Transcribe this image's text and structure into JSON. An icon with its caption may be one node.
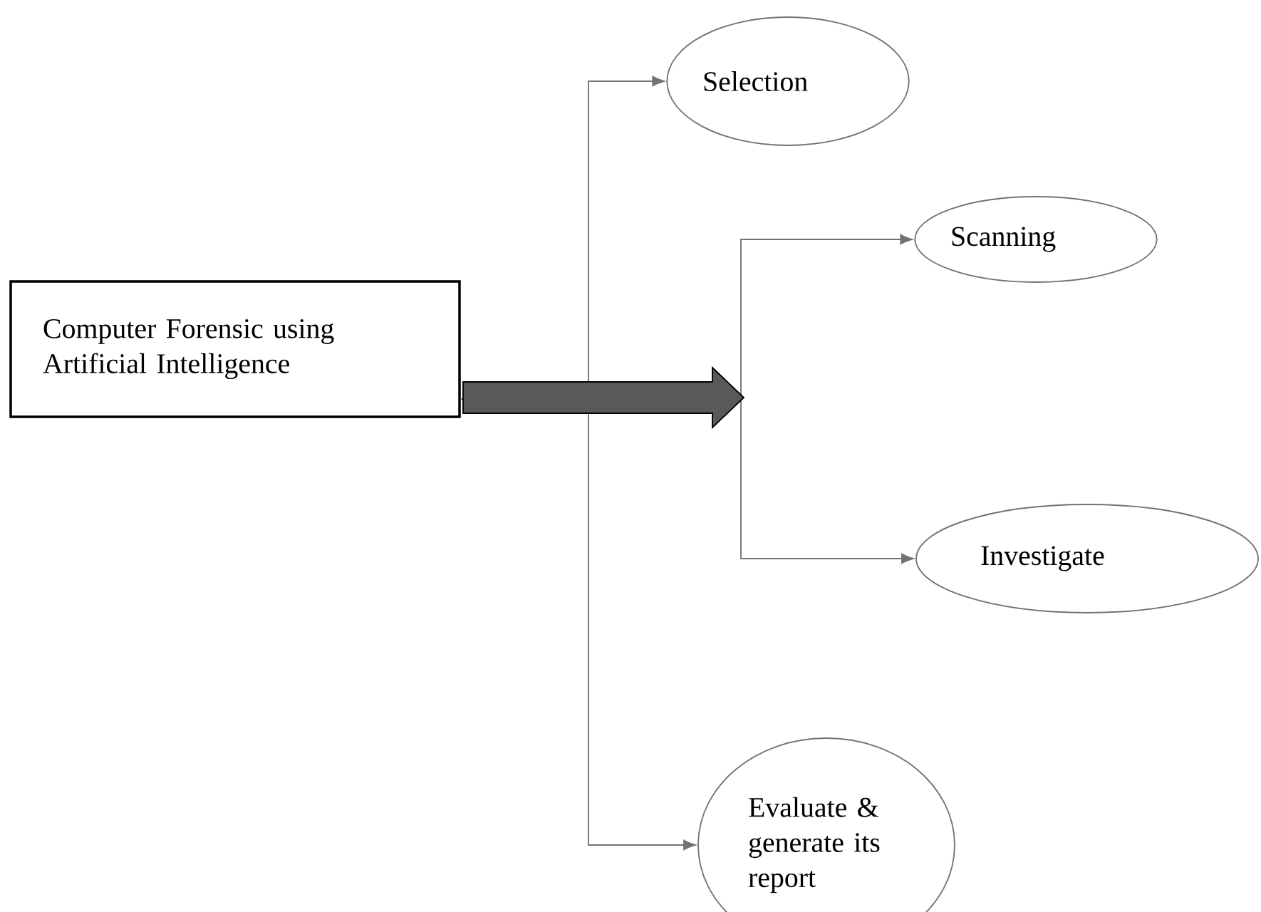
{
  "diagram": {
    "nodes": [
      {
        "text": [
          "Computer Forensic using Artificial Intelligence"
        ]
      },
      {
        "text": [
          "Selection"
        ]
      },
      {
        "text": [
          "Scanning"
        ]
      },
      {
        "text": [
          "Investigate"
        ]
      },
      {
        "text": [
          "Evaluate & generate its report"
        ]
      }
    ],
    "edges": [
      {
        "from": 0,
        "to": 1,
        "arrow": "to"
      },
      {
        "from": 0,
        "to": 2,
        "arrow": "to"
      },
      {
        "from": 0,
        "to": 3,
        "arrow": "to"
      },
      {
        "from": 0,
        "to": 4,
        "arrow": "to"
      }
    ]
  }
}
